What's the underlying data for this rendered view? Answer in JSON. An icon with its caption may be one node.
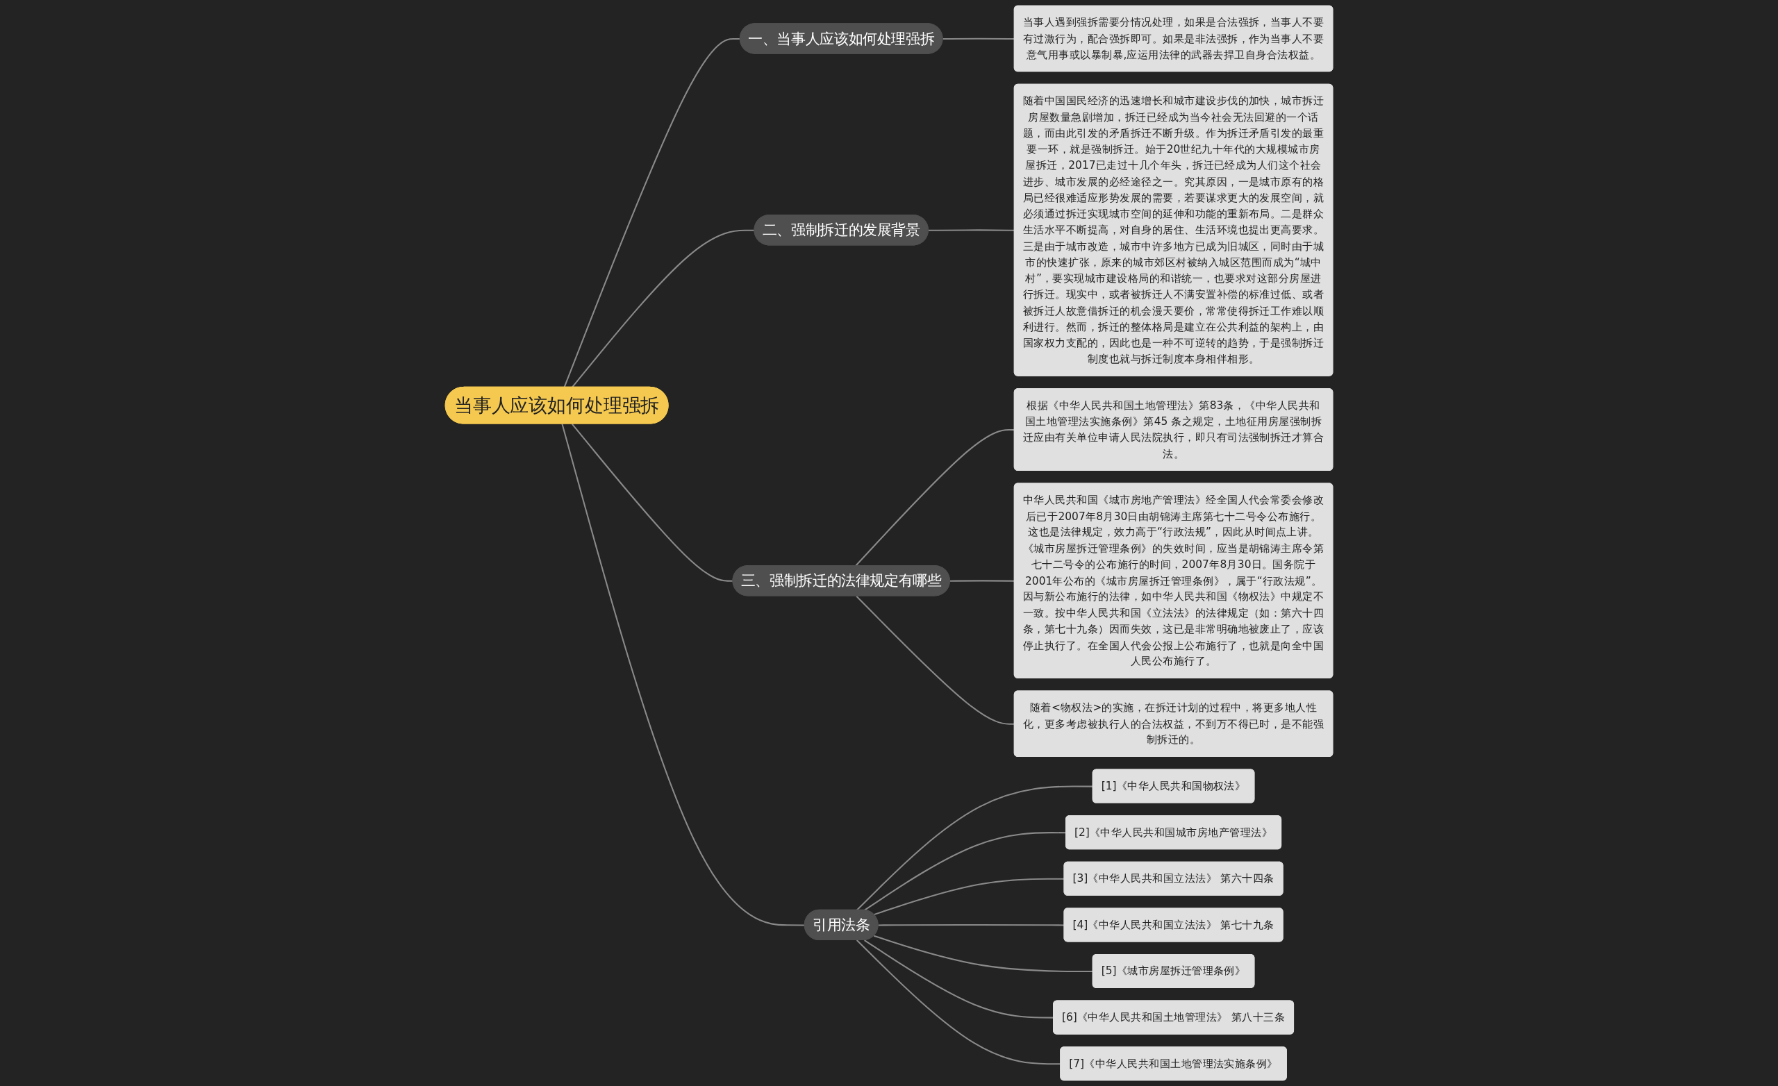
{
  "diagram": {
    "nodes": [
      {
        "text": [
          "当事人应该如何处理强拆"
        ]
      },
      {
        "text": [
          "一、当事人应该如何处理强拆"
        ]
      },
      {
        "text": [
          "当事人遇到强拆需要分情况处理，如果是合法强拆，当事人不要有过激行为，配合强拆即可。如果是非法强拆，作为当事人不要意气用事或以暴制暴,应运用法律的武器去捍卫自身合法权益。"
        ]
      },
      {
        "text": [
          "二、强制拆迁的发展背景"
        ]
      },
      {
        "text": [
          "随着中国国民经济的迅速增长和城市建设步伐的加快，城市拆迁房屋数量急剧增加，拆迁已经成为当今社会无法回避的一个话题，而由此引发的矛盾拆迁不断升级。作为拆迁矛盾引发的最重要一环，就是强制拆迁。始于20世纪九十年代的大规模城市房屋拆迁，2017已走过十几个年头，拆迁已经成为人们这个社会进步、城市发展的必经途径之一。究其原因，一是城市原有的格局已经很难适应形势发展的需要，若要谋求更大的发展空间，就必须通过拆迁实现城市空间的延伸和功能的重新布局。二是群众生活水平不断提高，对自身的居住、生活环境也提出更高要求。三是由于城市改造，城市中许多地方已成为旧城区，同时由于城市的快速扩张，原来的城市郊区村被纳入城区范围而成为“城中村”，要实现城市建设格局的和谐统一，也要求对这部分房屋进行拆迁。现实中，或者被拆迁人不满安置补偿的标准过低、或者被拆迁人故意借拆迁的机会漫天要价，常常使得拆迁工作难以顺利进行。然而，拆迁的整体格局是建立在公共利益的架构上，由国家权力支配的，因此也是一种不可逆转的趋势，于是强制拆迁制度也就与拆迁制度本身相伴相形。"
        ]
      },
      {
        "text": [
          "三、强制拆迁的法律规定有哪些"
        ]
      },
      {
        "text": [
          "根据《中华人民共和国土地管理法》第83条，《中华人民共和国土地管理法实施条例》第45 条之规定，土地征用房屋强制拆迁应由有关单位申请人民法院执行，即只有司法强制拆迁才算合法。"
        ]
      },
      {
        "text": [
          "中华人民共和国《城市房地产管理法》经全国人代会常委会修改后已于2007年8月30日由胡锦涛主席第七十二号令公布施行。这也是法律规定，效力高于“行政法规”，因此从时间点上讲。《城市房屋拆迁管理条例》的失效时间，应当是胡锦涛主席令第七十二号令的公布施行的时间，2007年8月30日。国务院于2001年公布的《城市房屋拆迁管理条例》，属于“行政法规”。因与新公布施行的法律，如中华人民共和国《物权法》中规定不一致。按中华人民共和国《立法法》的法律规定（如：第六十四条，第七十九条）因而失效，这已是非常明确地被废止了，应该停止执行了。在全国人代会公报上公布施行了，也就是向全中国人民公布施行了。"
        ]
      },
      {
        "text": [
          "随着<物权法>的实施，在拆迁计划的过程中，将更多地人性化，更多考虑被执行人的合法权益，不到万不得已时，是不能强制拆迁的。"
        ]
      },
      {
        "text": [
          "引用法条"
        ]
      },
      {
        "text": [
          "[1]《中华人民共和国物权法》"
        ]
      },
      {
        "text": [
          "[2]《中华人民共和国城市房地产管理法》"
        ]
      },
      {
        "text": [
          "[3]《中华人民共和国立法法》 第六十四条"
        ]
      },
      {
        "text": [
          "[4]《中华人民共和国立法法》 第七十九条"
        ]
      },
      {
        "text": [
          "[5]《城市房屋拆迁管理条例》"
        ]
      },
      {
        "text": [
          "[6]《中华人民共和国土地管理法》 第八十三条"
        ]
      },
      {
        "text": [
          "[7]《中华人民共和国土地管理法实施条例》"
        ]
      }
    ],
    "edges": [
      {
        "from": 0,
        "to": 1,
        "arrow": "none"
      },
      {
        "from": 1,
        "to": 2,
        "arrow": "none"
      },
      {
        "from": 0,
        "to": 3,
        "arrow": "none"
      },
      {
        "from": 3,
        "to": 4,
        "arrow": "none"
      },
      {
        "from": 0,
        "to": 5,
        "arrow": "none"
      },
      {
        "from": 5,
        "to": 6,
        "arrow": "none"
      },
      {
        "from": 5,
        "to": 7,
        "arrow": "none"
      },
      {
        "from": 5,
        "to": 8,
        "arrow": "none"
      },
      {
        "from": 0,
        "to": 9,
        "arrow": "none"
      },
      {
        "from": 9,
        "to": 10,
        "arrow": "none"
      },
      {
        "from": 9,
        "to": 11,
        "arrow": "none"
      },
      {
        "from": 9,
        "to": 12,
        "arrow": "none"
      },
      {
        "from": 9,
        "to": 13,
        "arrow": "none"
      },
      {
        "from": 9,
        "to": 14,
        "arrow": "none"
      },
      {
        "from": 9,
        "to": 15,
        "arrow": "none"
      },
      {
        "from": 9,
        "to": 16,
        "arrow": "none"
      }
    ]
  }
}
